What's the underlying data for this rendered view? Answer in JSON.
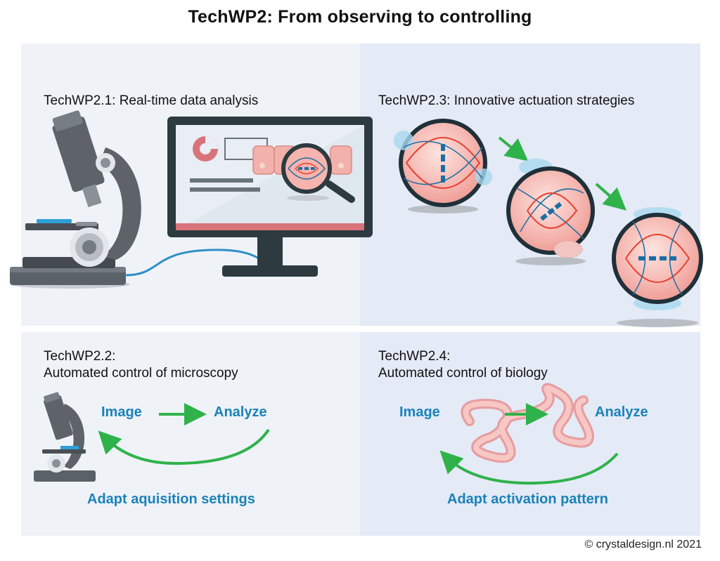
{
  "title": "TechWP2: From observing to controlling",
  "panels": {
    "p21": {
      "title": "TechWP2.1: Real-time data analysis"
    },
    "p23": {
      "title": "TechWP2.3: Innovative actuation strategies"
    },
    "p22": {
      "title_line1": "TechWP2.2:",
      "title_line2": "Automated control of microscopy",
      "image": "Image",
      "analyze": "Analyze",
      "adapt": "Adapt aquisition settings"
    },
    "p24": {
      "title_line1": "TechWP2.4:",
      "title_line2": "Automated control of biology",
      "image": "Image",
      "analyze": "Analyze",
      "adapt": "Adapt activation pattern"
    }
  },
  "credit": "© crystaldesign.nl 2021",
  "colors": {
    "flow_text": "#1a82b9",
    "arrow_green": "#2fb24a",
    "spindle_red": "#e8402e",
    "chromosome_blue": "#1a6fa3",
    "cell_pink": "#f5b4ae"
  },
  "icons": [
    "microscope-icon",
    "monitor-icon",
    "magnifier-icon",
    "cell-icon",
    "arrow-icon",
    "gut-icon"
  ]
}
